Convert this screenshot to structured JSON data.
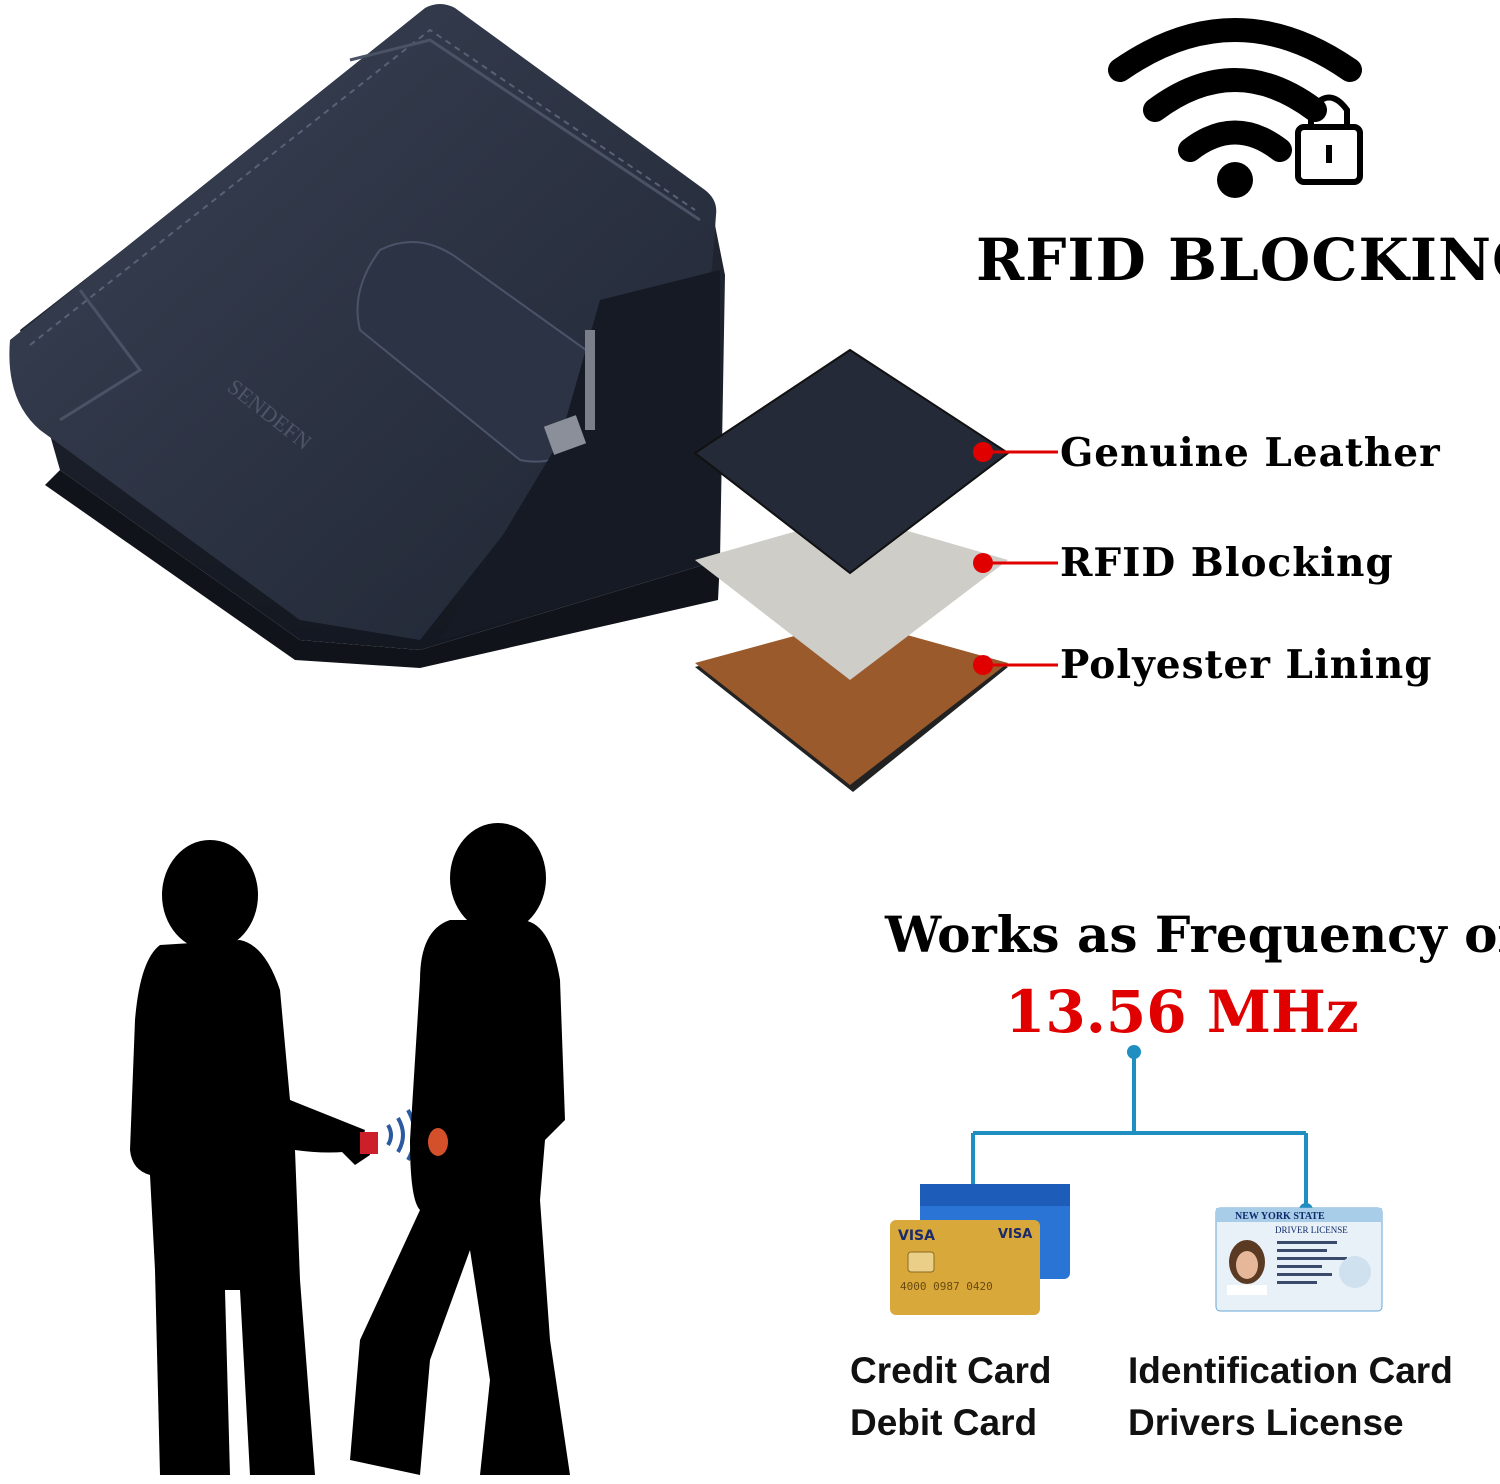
{
  "header": {
    "title": "RFID BLOCKING"
  },
  "layers": [
    {
      "label": "Genuine Leather",
      "color": "#242a38"
    },
    {
      "label": "RFID Blocking",
      "color": "#cfcdc8"
    },
    {
      "label": "Polyester Lining",
      "color": "#9a5a2c"
    }
  ],
  "frequency": {
    "line1": "Works as Frequency of",
    "line2": "13.56 MHz",
    "highlight_color": "#e00000",
    "connector_color": "#1e8fc0"
  },
  "cards": {
    "left": {
      "line1": "Credit Card",
      "line2": "Debit Card"
    },
    "right": {
      "line1": "Identification Card",
      "line2": "Drivers License"
    }
  },
  "icons": [
    "wifi-lock-icon",
    "wallet-image",
    "people-silhouette",
    "credit-card-image",
    "id-card-image"
  ],
  "colors": {
    "wallet": "#2a3142",
    "dot": "#e00000",
    "text": "#000000"
  }
}
